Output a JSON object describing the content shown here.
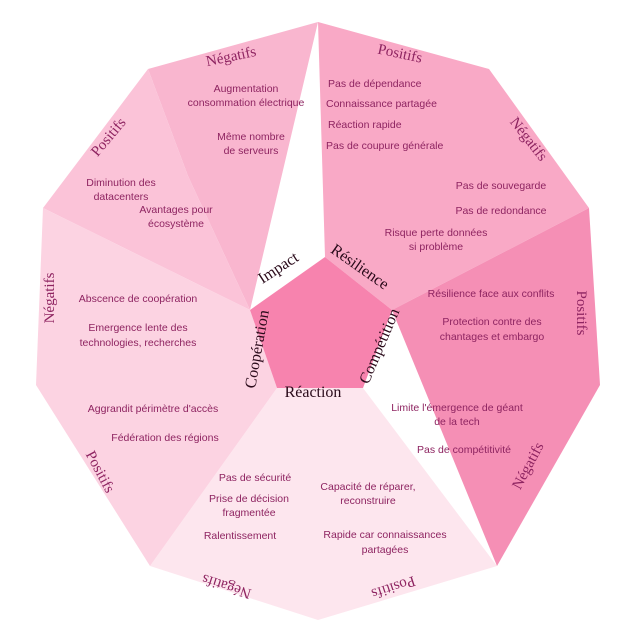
{
  "center": {
    "labels": [
      "Impact",
      "Résilience",
      "Compétition",
      "Réaction",
      "Coopération"
    ]
  },
  "sections": {
    "impact": {
      "negatifs": "Négatifs",
      "positifs": "Positifs",
      "neg_items": [
        "Augmentation consommation électrique",
        "Même nombre de serveurs"
      ],
      "pos_items": [
        "Diminution des datacenters",
        "Avantages pour écosystème"
      ]
    },
    "resilience": {
      "positifs": "Positifs",
      "negatifs": "Négatifs",
      "pos_items": [
        "Pas de dépendance",
        "Connaissance partagée",
        "Réaction rapide",
        "Pas de coupure générale"
      ],
      "neg_items": [
        "Pas de souvegarde",
        "Pas de redondance",
        "Risque perte données si problème"
      ]
    },
    "competition": {
      "positifs": "Positifs",
      "negatifs": "Négatifs",
      "pos_items": [
        "Résilience face aux conflits",
        "Protection contre des chantages et embargo"
      ],
      "neg_items": [
        "Limite l'émergence de géant de la tech",
        "Pas de compétitivité"
      ]
    },
    "reaction": {
      "negatifs": "Négatifs",
      "positifs": "Positifs",
      "neg_items": [
        "Pas de sécurité",
        "Prise de décision fragmentée",
        "Ralentissement"
      ],
      "pos_items": [
        "Capacité de réparer, reconstruire",
        "Rapide car connaissances partagées"
      ]
    },
    "cooperation": {
      "negatifs": "Négatifs",
      "positifs": "Positifs",
      "neg_items": [
        "Abscence de coopération",
        "Emergence lente des technologies, recherches"
      ],
      "pos_items": [
        "Aggrandit périmètre d'accès",
        "Fédération des régions"
      ]
    }
  },
  "colors": {
    "center": "#f783ae",
    "impact_neg": "#f9b6cf",
    "impact_pos": "#fbc3d8",
    "resilience": "#f9a9c6",
    "competition": "#f58fb5",
    "reaction": "#fde6ee",
    "cooperation": "#fcd3e2",
    "text": "#8e2461"
  }
}
